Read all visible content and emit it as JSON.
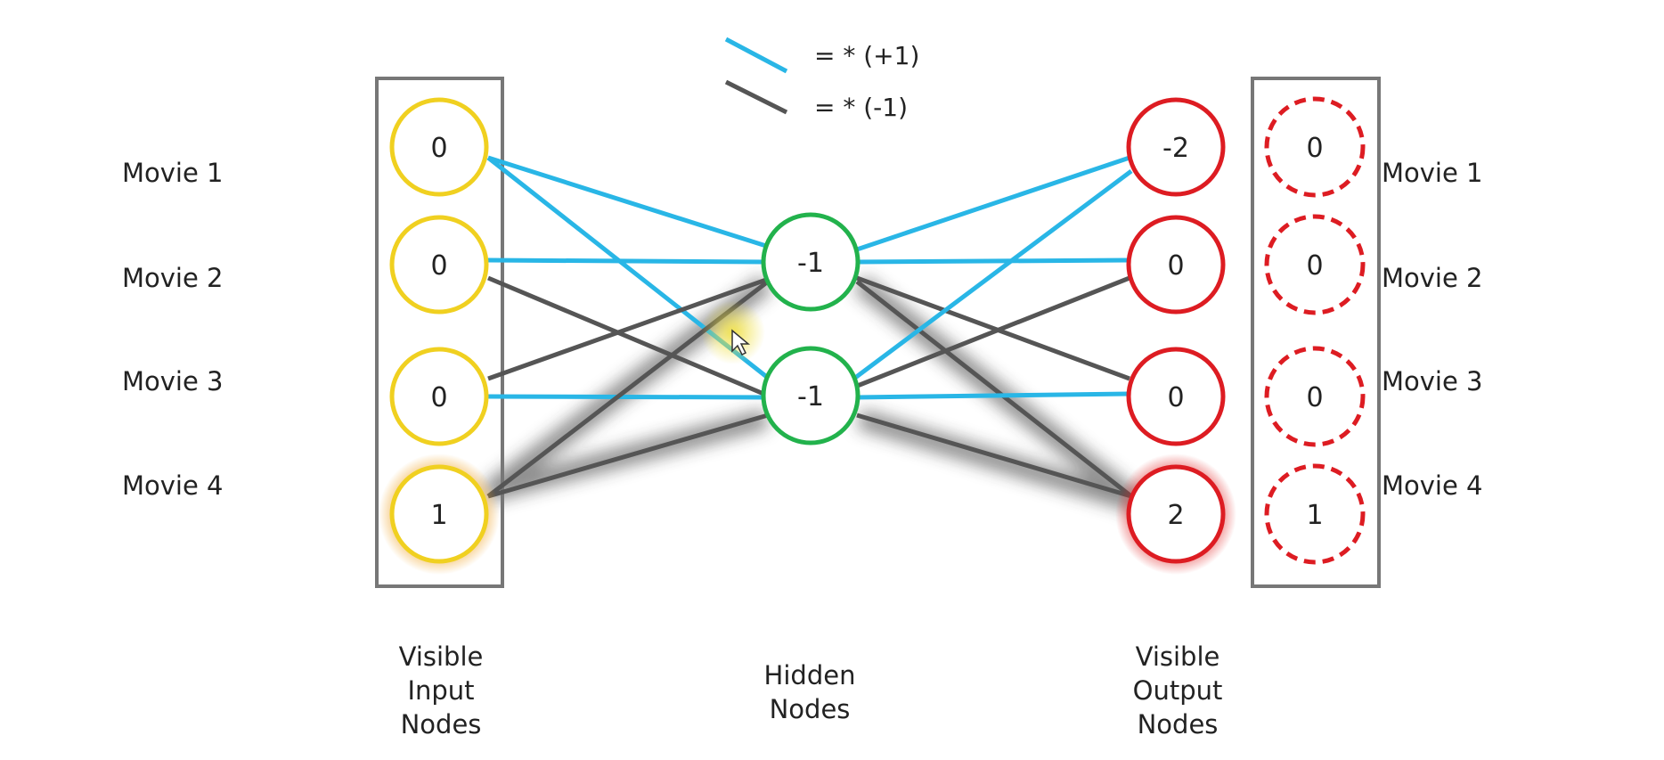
{
  "legend": {
    "positive_text": "= * (+1)",
    "negative_text": "= * (-1)",
    "positive_color": "#29b6e6",
    "negative_color": "#555555"
  },
  "colors": {
    "input_node": "#f0d020",
    "hidden_node": "#22b24c",
    "output_node": "#dd1c22",
    "box": "#777777"
  },
  "movies_left": [
    "Movie 1",
    "Movie 2",
    "Movie 3",
    "Movie 4"
  ],
  "movies_right": [
    "Movie 1",
    "Movie 2",
    "Movie 3",
    "Movie 4"
  ],
  "input_nodes": [
    "0",
    "0",
    "0",
    "1"
  ],
  "hidden_nodes": [
    "-1",
    "-1"
  ],
  "output_nodes": [
    "-2",
    "0",
    "0",
    "2"
  ],
  "target_nodes": [
    "0",
    "0",
    "0",
    "1"
  ],
  "captions": {
    "input": [
      "Visible",
      "Input",
      "Nodes"
    ],
    "hidden": [
      "Hidden",
      "Nodes"
    ],
    "output": [
      "Visible",
      "Output",
      "Nodes"
    ]
  }
}
